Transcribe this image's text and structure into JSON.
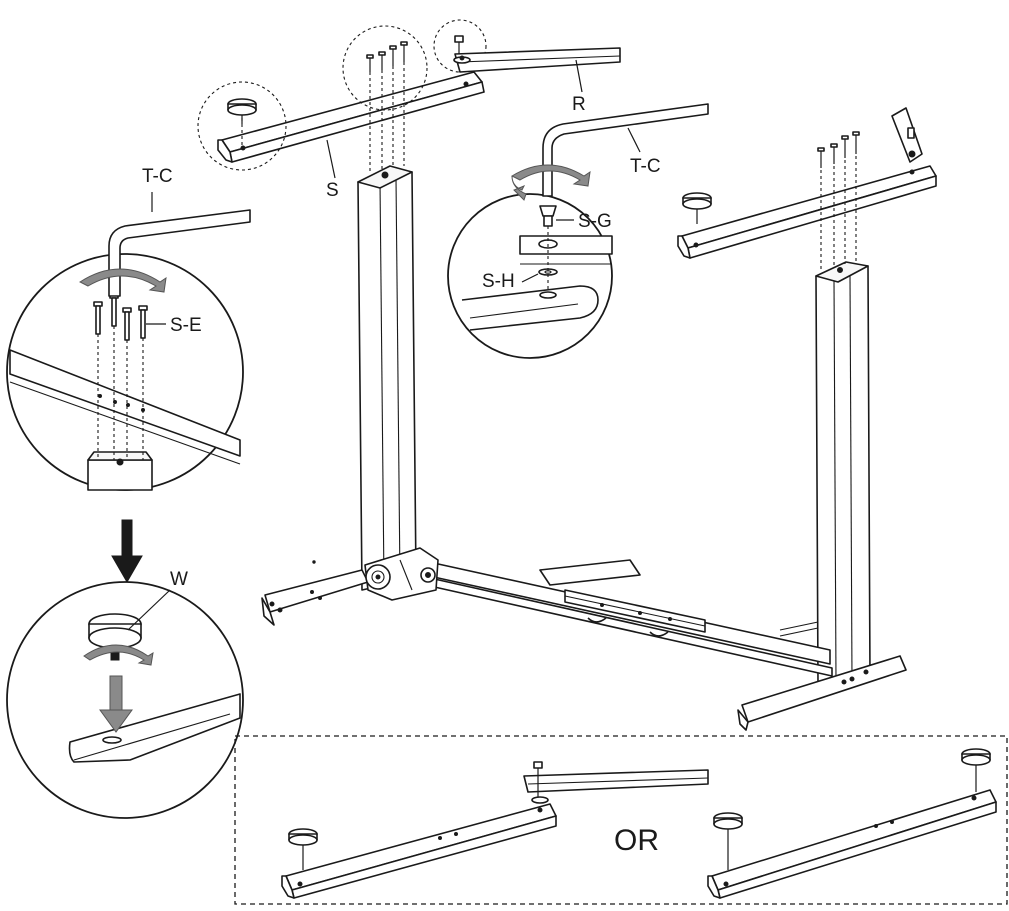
{
  "labels": {
    "tc_left": "T-C",
    "se": "S-E",
    "w": "W",
    "s": "S",
    "r": "R",
    "tc_right": "T-C",
    "sg": "S-G",
    "sh": "S-H",
    "or": "OR"
  },
  "colors": {
    "line": "#1a1a1a",
    "arrow_grey": "#8a8a8a",
    "background": "#ffffff"
  }
}
